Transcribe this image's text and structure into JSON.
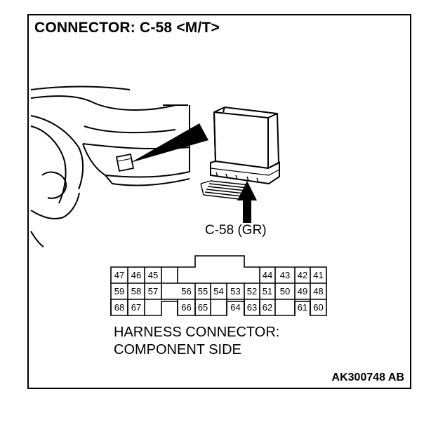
{
  "title": "CONNECTOR: C-58 <M/T>",
  "connector_callout": "C-58 (GR)",
  "caption": {
    "line1": "HARNESS CONNECTOR:",
    "line2": "COMPONENT SIDE"
  },
  "figure_code": "AK300748 AB",
  "pins": {
    "row1": [
      "47",
      "46",
      "45",
      "",
      "",
      "",
      "",
      "",
      "",
      "44",
      "43",
      "42",
      "41"
    ],
    "row2": [
      "59",
      "58",
      "57",
      "56",
      "55",
      "54",
      "53",
      "52",
      "51",
      "50",
      "49",
      "48"
    ],
    "row3": [
      "68",
      "67",
      "",
      "66",
      "65",
      "",
      "64",
      "63",
      "62",
      "",
      "61",
      "60"
    ]
  }
}
